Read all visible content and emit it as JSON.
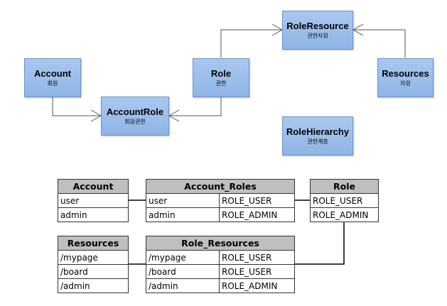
{
  "entities": {
    "account": {
      "name": "Account",
      "sub": "회원"
    },
    "account_role": {
      "name": "AccountRole",
      "sub": "회원권한"
    },
    "role": {
      "name": "Role",
      "sub": "권한"
    },
    "role_resource": {
      "name": "RoleResource",
      "sub": "권한자원"
    },
    "resources": {
      "name": "Resources",
      "sub": "자원"
    },
    "role_hierarchy": {
      "name": "RoleHierarchy",
      "sub": "권한계층"
    }
  },
  "tables": {
    "account": {
      "header": "Account",
      "rows": [
        "user",
        "admin"
      ]
    },
    "account_roles": {
      "header": "Account_Roles",
      "rows": [
        [
          "user",
          "ROLE_USER"
        ],
        [
          "admin",
          "ROLE_ADMIN"
        ]
      ]
    },
    "role": {
      "header": "Role",
      "rows": [
        "ROLE_USER",
        "ROLE_ADMIN"
      ]
    },
    "resources": {
      "header": "Resources",
      "rows": [
        "/mypage",
        "/board",
        "/admin"
      ]
    },
    "role_resources": {
      "header": "Role_Resources",
      "rows": [
        [
          "/mypage",
          "ROLE_USER"
        ],
        [
          "/board",
          "ROLE_USER"
        ],
        [
          "/admin",
          "ROLE_ADMIN"
        ]
      ]
    }
  },
  "colors": {
    "entity_fill": "#9dbfec",
    "table_header": "#bfbfbf",
    "line": "#555555"
  }
}
